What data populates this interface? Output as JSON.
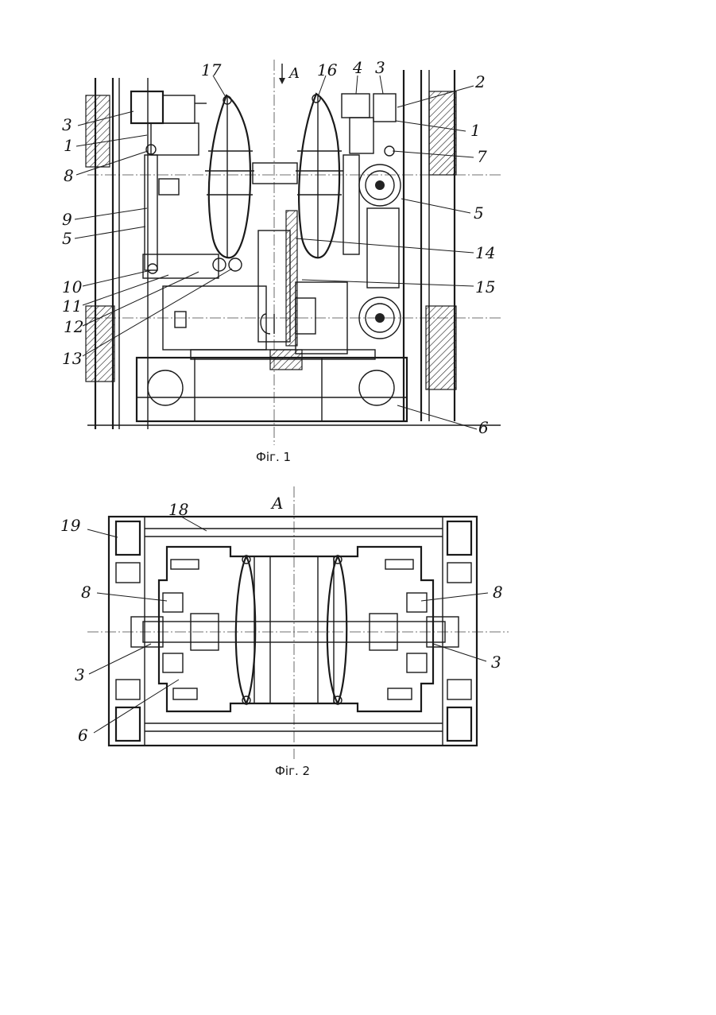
{
  "figure1": {
    "caption": "Фіг. 1",
    "section_label": "A",
    "callouts": [
      "17",
      "16",
      "4",
      "3",
      "2",
      "3",
      "1",
      "1",
      "8",
      "7",
      "5",
      "9",
      "5",
      "14",
      "10",
      "15",
      "11",
      "12",
      "13",
      "6"
    ]
  },
  "figure2": {
    "caption": "Фіг. 2",
    "section_label": "A",
    "callouts": [
      "18",
      "19",
      "8",
      "8",
      "3",
      "3",
      "6"
    ]
  }
}
